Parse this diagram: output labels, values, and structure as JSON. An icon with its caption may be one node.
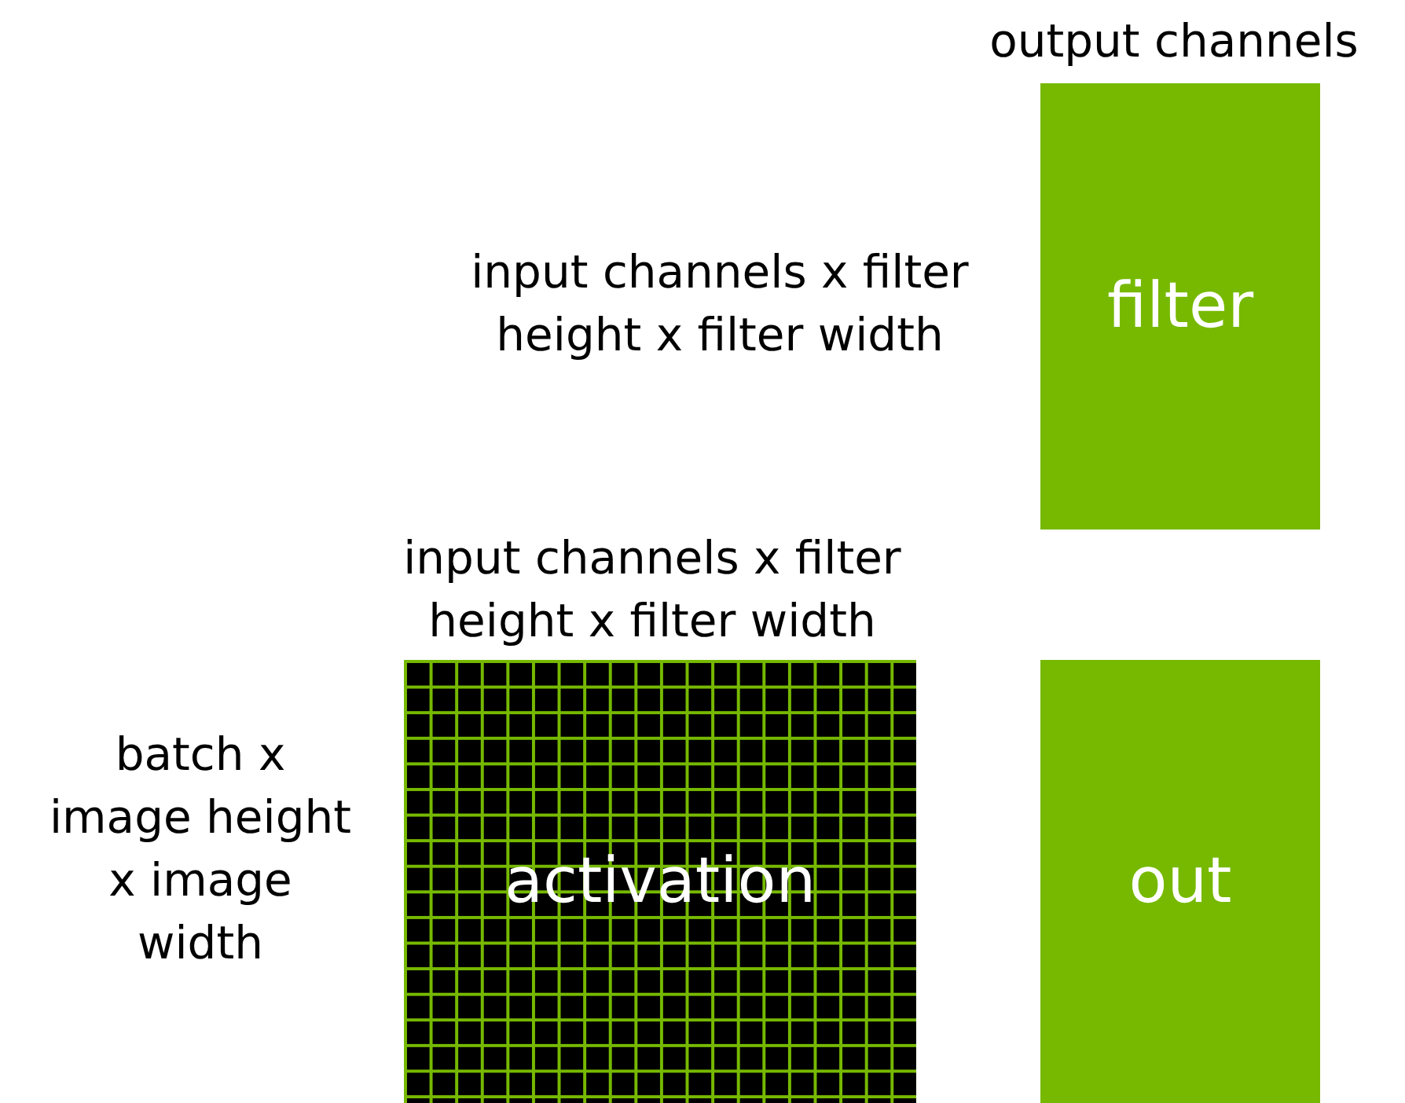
{
  "diagram": {
    "nodes": [
      {
        "text": [
          "filter"
        ],
        "beside": [
          "output channels",
          "input channels x filter height x filter width"
        ]
      },
      {
        "text": [
          "activation"
        ],
        "beside": [
          "input channels x filter height x filter width",
          "batch x image height x image width"
        ]
      },
      {
        "text": [
          "out"
        ]
      }
    ]
  }
}
